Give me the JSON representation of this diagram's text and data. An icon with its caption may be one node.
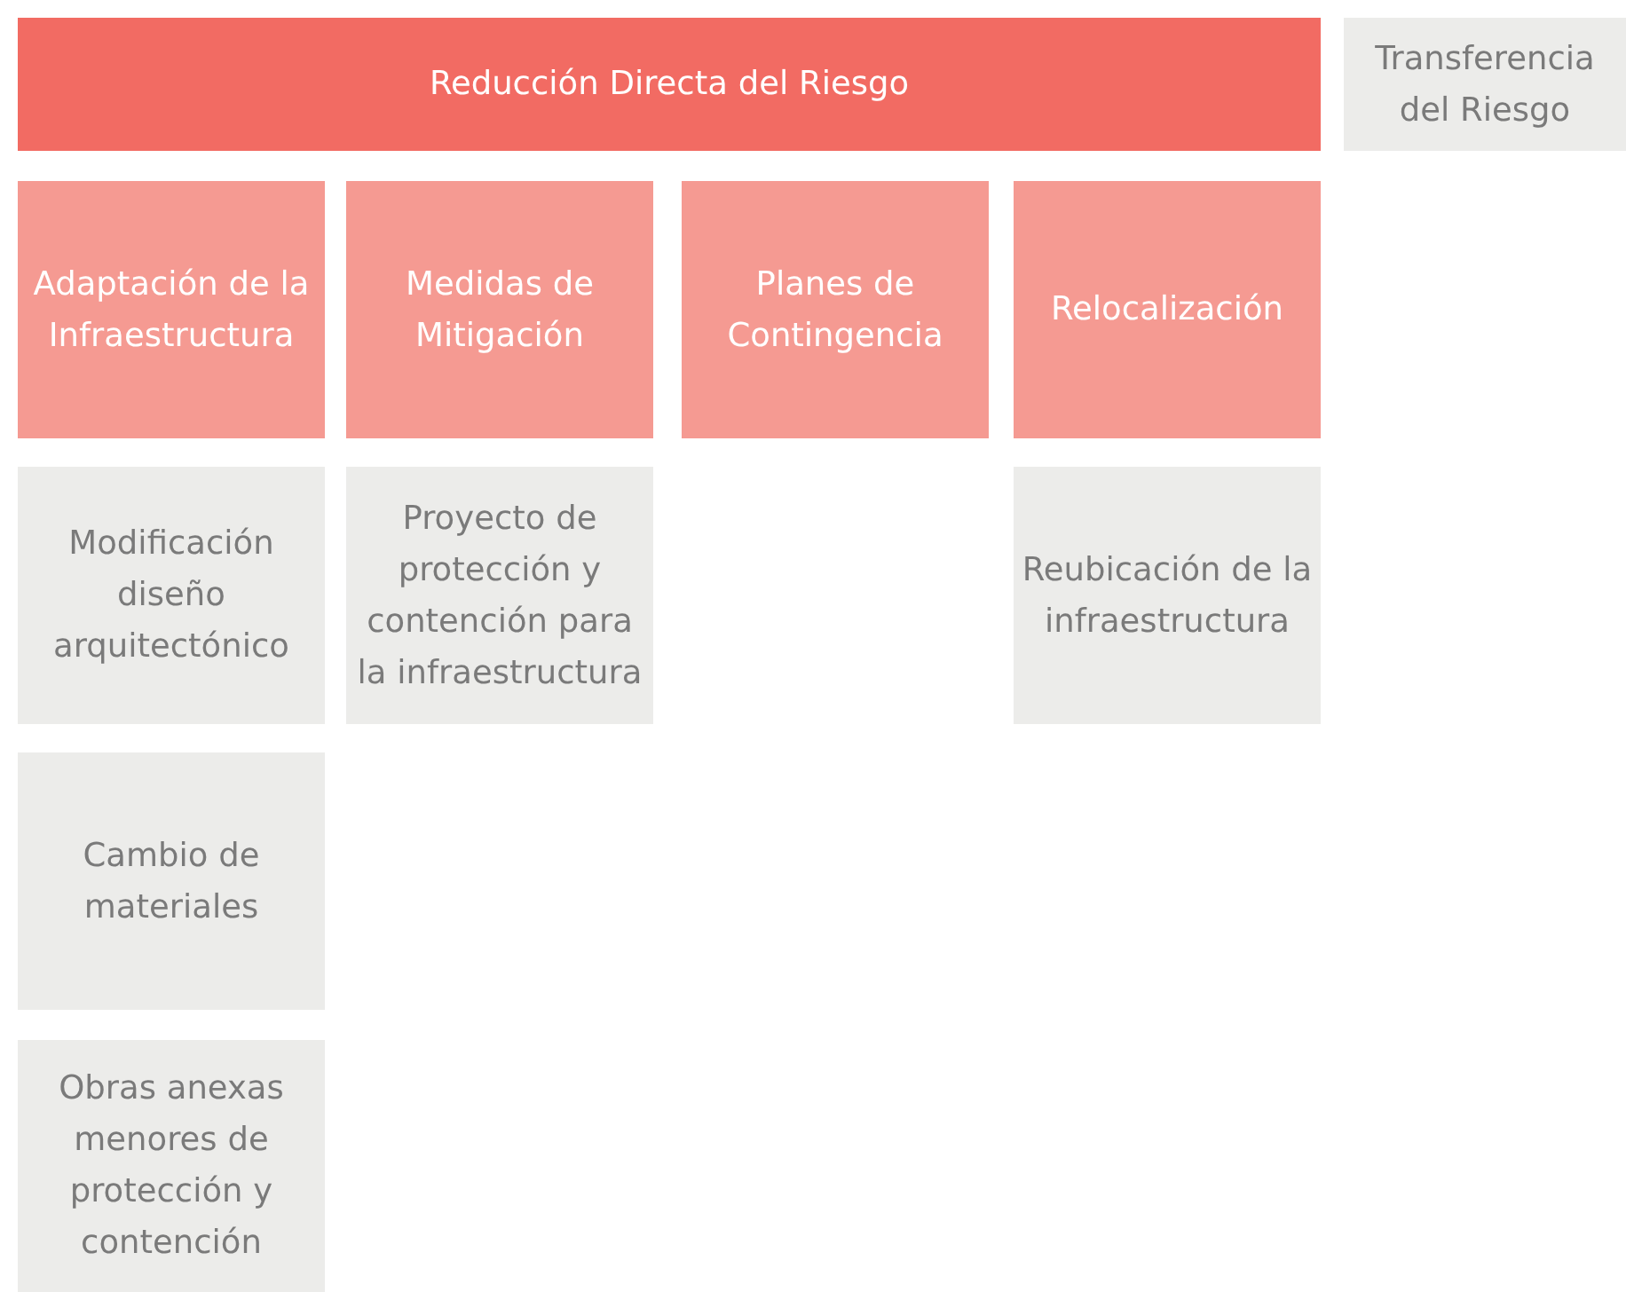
{
  "diagram": {
    "nodes": [
      {
        "text": [
          "Reducción Directa del Riesgo"
        ]
      },
      {
        "text": [
          "Transferencia del Riesgo"
        ]
      },
      {
        "text": [
          "Adaptación de la Infraestructura"
        ]
      },
      {
        "text": [
          "Medidas de Mitigación"
        ]
      },
      {
        "text": [
          "Planes de Contingencia"
        ]
      },
      {
        "text": [
          "Relocalización"
        ]
      },
      {
        "text": [
          "Modificación diseño arquitectónico"
        ]
      },
      {
        "text": [
          "Proyecto de protección y contención para la infraestructura"
        ]
      },
      {
        "text": [
          "Reubicación de la infraestructura"
        ]
      },
      {
        "text": [
          "Cambio de materiales"
        ]
      },
      {
        "text": [
          "Obras anexas menores de protección y contención"
        ]
      }
    ]
  }
}
